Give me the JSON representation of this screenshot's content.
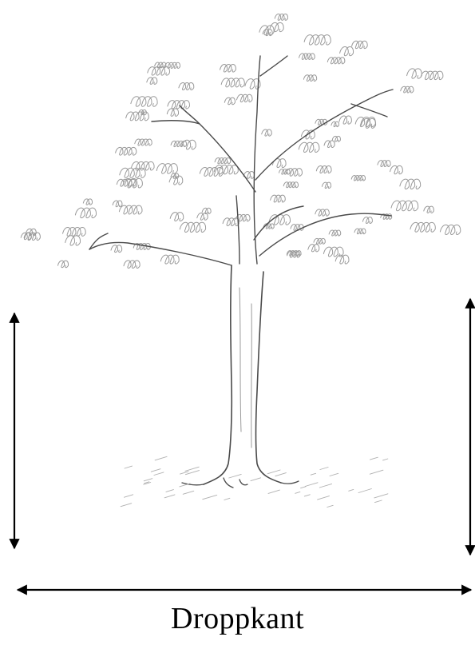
{
  "caption": "Droppkant",
  "colors": {
    "ink": "#000000",
    "pencil": "#4a4a4a",
    "pencil_light": "#9a9a9a",
    "background": "#ffffff"
  },
  "icons": [
    "tree-illustration",
    "left-height-arrow",
    "right-height-arrow",
    "drip-line-arrow"
  ]
}
